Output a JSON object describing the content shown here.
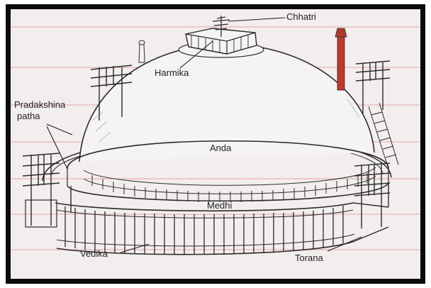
{
  "diagram": {
    "labels": {
      "chhatri": "Chhatri",
      "harmika": "Harmika",
      "pradakshina": "Pradakshina",
      "patha": "patha",
      "anda": "Anda",
      "medhi": "Medhi",
      "vedika": "Vedika",
      "torana": "Torana"
    },
    "colors": {
      "frame": "#0b0b0b",
      "paper": "#f3eeee",
      "ruled_line": "#e6a9ad",
      "ink": "#2a2a2a",
      "pillar": "#c0392b"
    }
  }
}
